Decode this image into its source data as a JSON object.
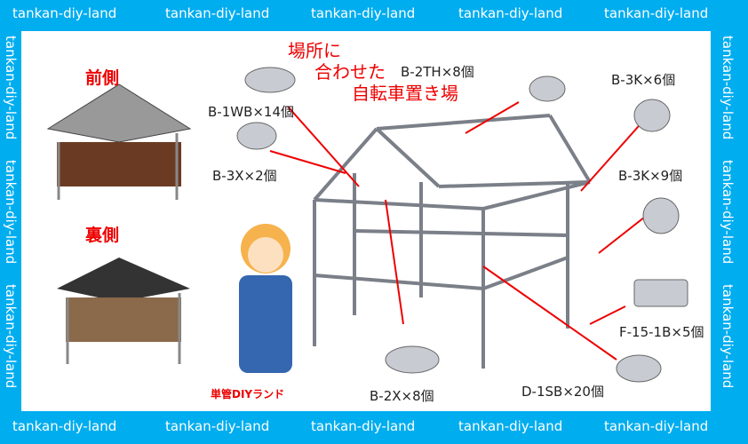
{
  "watermark": "tankan-diy-land",
  "headline": [
    "場所に",
    "合わせた",
    "自転車置き場"
  ],
  "views": {
    "front": "前側",
    "back": "裏側"
  },
  "character_logo": "単管DIYランド",
  "parts": [
    {
      "code": "B-1WB×14個"
    },
    {
      "code": "B-3X×2個"
    },
    {
      "code": "B-2TH×8個"
    },
    {
      "code": "B-3K×6個"
    },
    {
      "code": "B-3K×9個"
    },
    {
      "code": "F-15-1B×5個"
    },
    {
      "code": "D-1SB×20個"
    },
    {
      "code": "B-2X×8個"
    }
  ],
  "colors": {
    "border": "#00adef",
    "accent": "#e00000"
  }
}
